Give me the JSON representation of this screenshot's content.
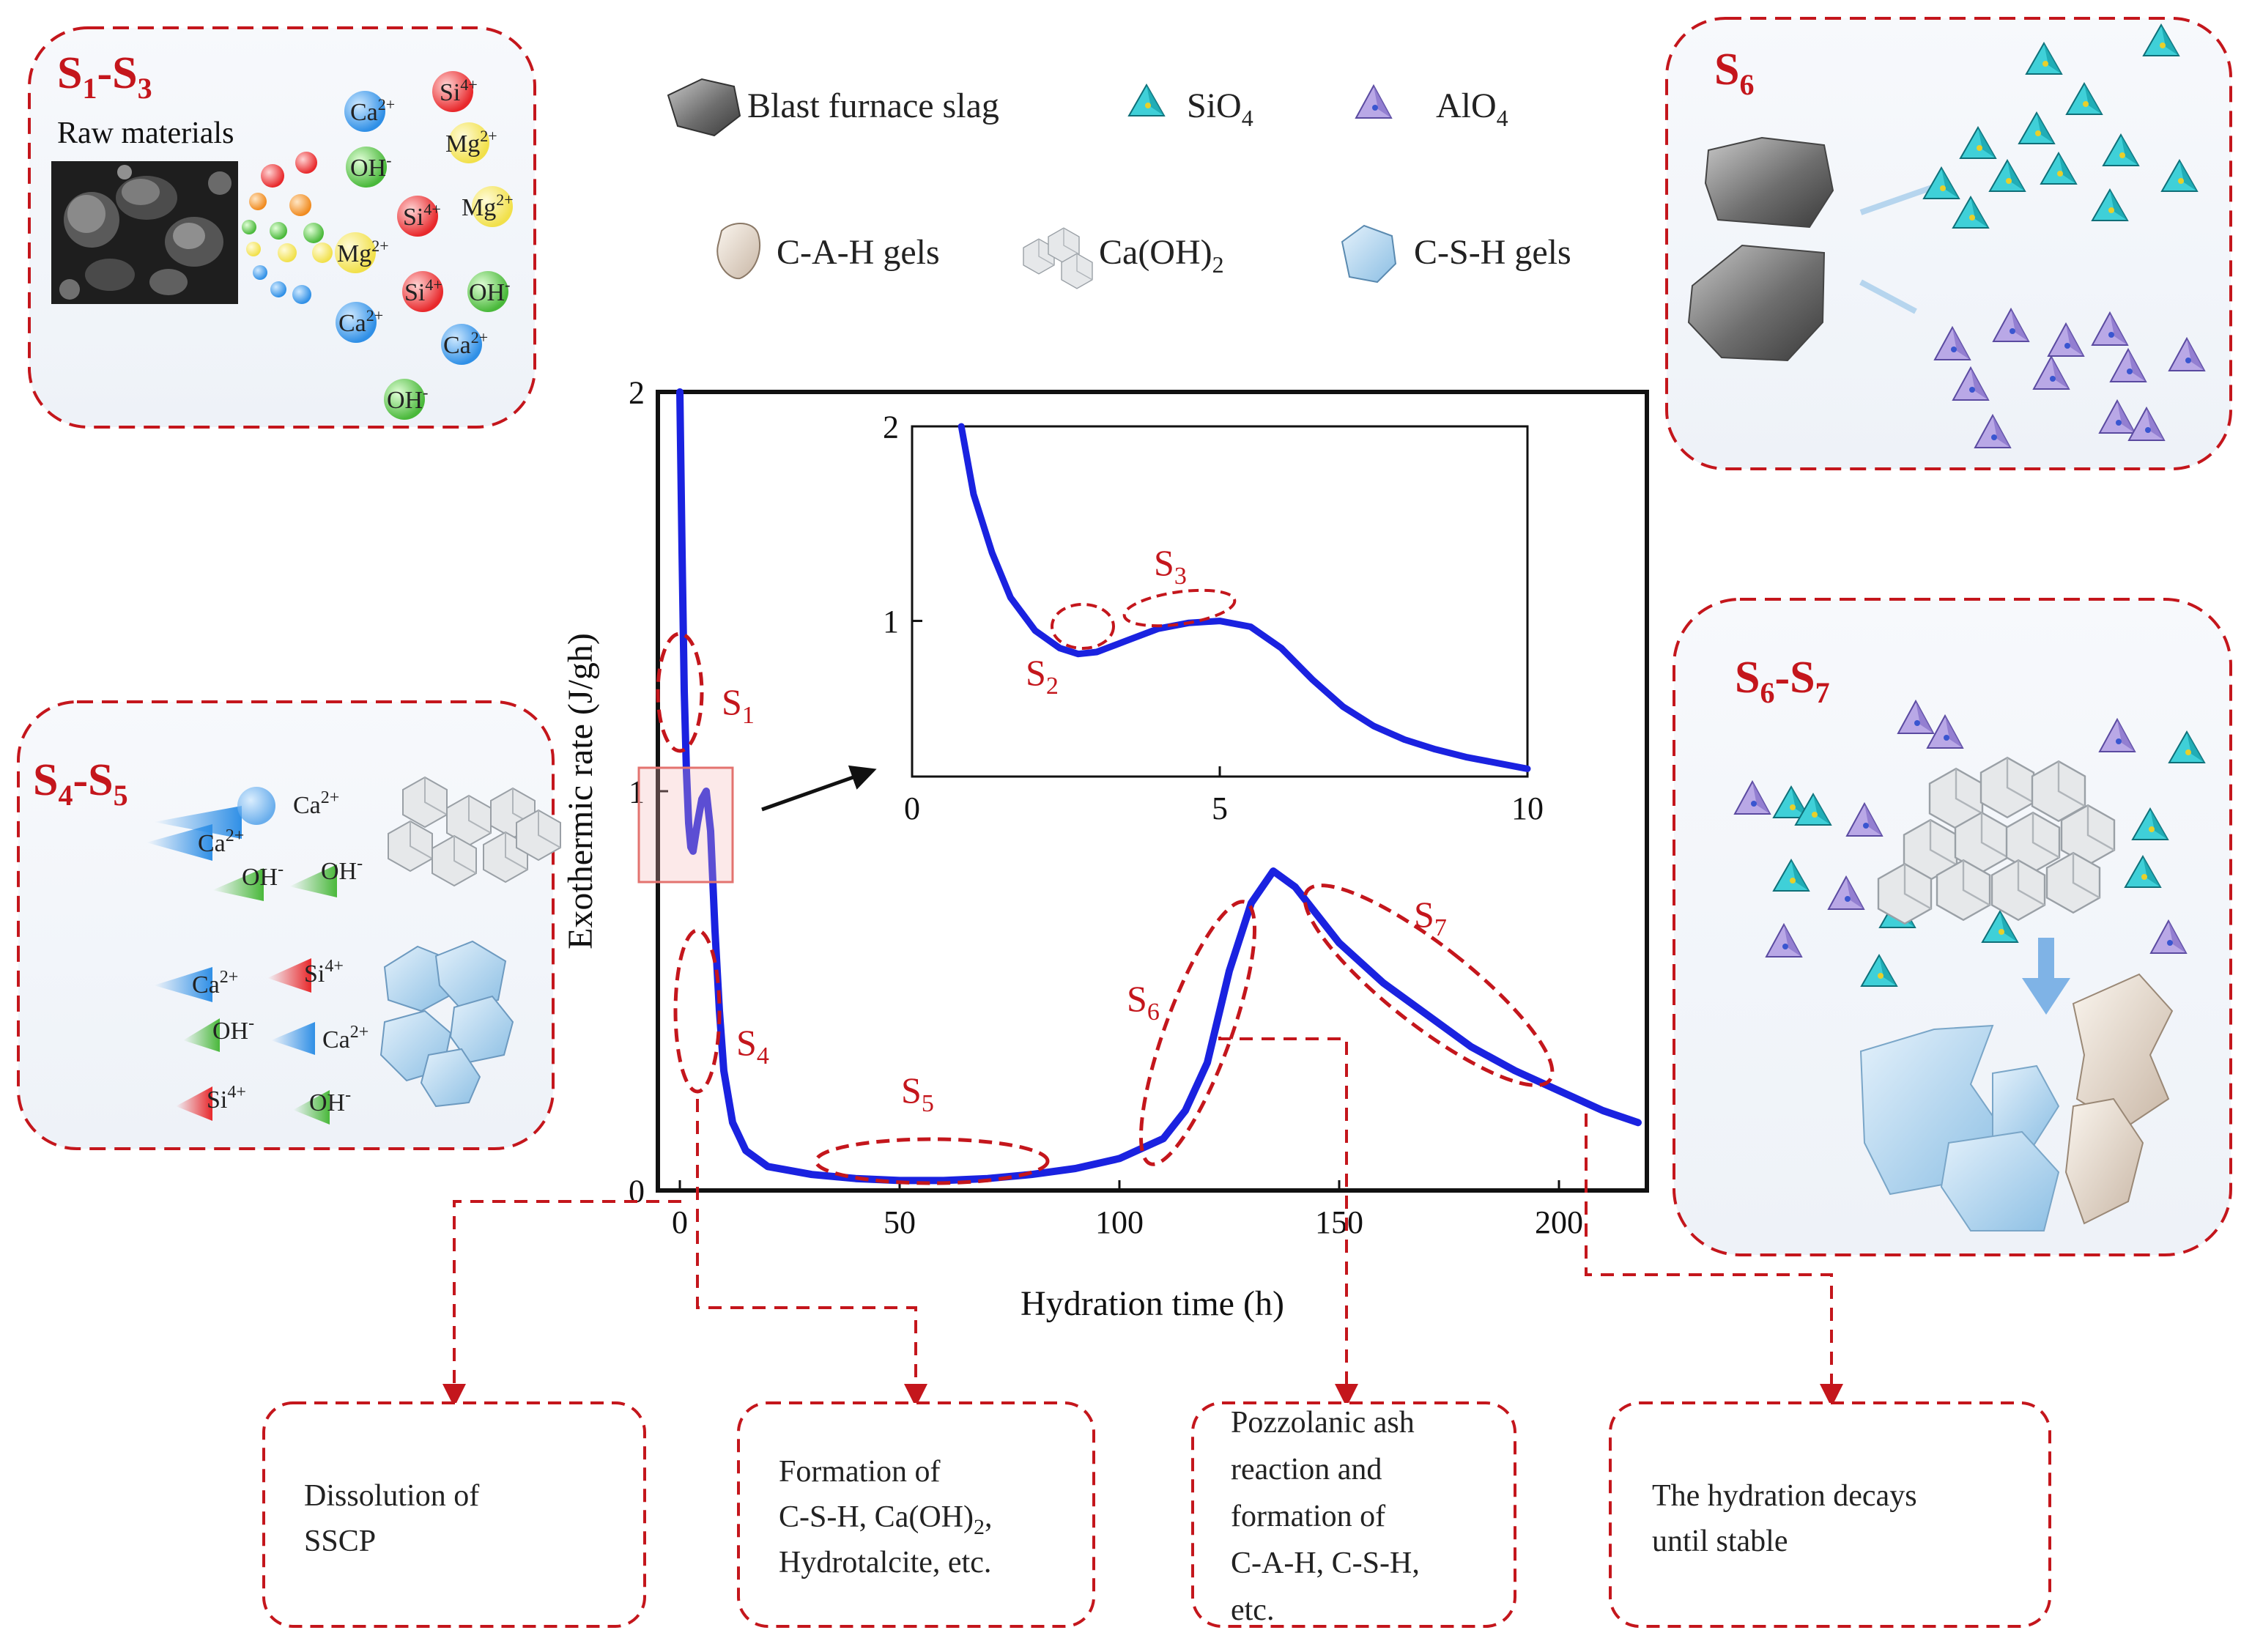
{
  "panels": {
    "s1s3": {
      "title": "S",
      "sub_a": "1",
      "dash": "-S",
      "sub_b": "3",
      "caption": "Raw materials"
    },
    "s4s5": {
      "title": "S",
      "sub_a": "4",
      "dash": "-S",
      "sub_b": "5"
    },
    "s6": {
      "title": "S",
      "sub_a": "6"
    },
    "s6s7": {
      "title": "S",
      "sub_a": "6",
      "dash": "-S",
      "sub_b": "7"
    }
  },
  "ions": {
    "ca": "Ca",
    "ca_sup": "2+",
    "si": "Si",
    "si_sup": "4+",
    "mg": "Mg",
    "mg_sup": "2+",
    "oh": "OH",
    "oh_sup": "-"
  },
  "legend": {
    "slag": "Blast furnace slag",
    "sio4": "SiO",
    "sio4_sub": "4",
    "alo4": "AlO",
    "alo4_sub": "4",
    "cah": "C-A-H gels",
    "caoh": "Ca(OH)",
    "caoh_sub": "2",
    "csh": "C-S-H gels"
  },
  "chart_data": [
    {
      "type": "line",
      "xlabel": "Hydration time (h)",
      "ylabel": "Exothermic rate (J/gh)",
      "xlim": [
        -5,
        220
      ],
      "ylim": [
        0,
        2
      ],
      "x_ticks": [
        "0",
        "50",
        "100",
        "150",
        "200"
      ],
      "y_ticks": [
        "0",
        "1",
        "2"
      ],
      "x": [
        0,
        0.5,
        1,
        1.5,
        2,
        2.5,
        3,
        4,
        5,
        6,
        7,
        8,
        9,
        10,
        12,
        15,
        20,
        30,
        40,
        50,
        60,
        70,
        80,
        90,
        100,
        110,
        115,
        120,
        125,
        130,
        135,
        140,
        150,
        160,
        170,
        180,
        190,
        200,
        210,
        218
      ],
      "y": [
        2.0,
        1.6,
        1.25,
        1.05,
        0.92,
        0.86,
        0.85,
        0.92,
        0.98,
        1.0,
        0.9,
        0.65,
        0.45,
        0.3,
        0.17,
        0.1,
        0.06,
        0.04,
        0.03,
        0.025,
        0.025,
        0.03,
        0.04,
        0.055,
        0.08,
        0.13,
        0.2,
        0.32,
        0.55,
        0.72,
        0.8,
        0.76,
        0.62,
        0.52,
        0.44,
        0.36,
        0.3,
        0.25,
        0.2,
        0.17
      ],
      "annotations": [
        {
          "text": "S",
          "sub": "1"
        },
        {
          "text": "S",
          "sub": "4"
        },
        {
          "text": "S",
          "sub": "5"
        },
        {
          "text": "S",
          "sub": "6"
        },
        {
          "text": "S",
          "sub": "7"
        }
      ]
    },
    {
      "type": "line",
      "xlim": [
        0,
        10
      ],
      "ylim": [
        0.2,
        2
      ],
      "x_ticks": [
        "0",
        "5",
        "10"
      ],
      "y_ticks": [
        "1",
        "2"
      ],
      "x": [
        0.8,
        1.0,
        1.3,
        1.6,
        2.0,
        2.4,
        2.7,
        3.0,
        3.5,
        4.0,
        4.5,
        5.0,
        5.5,
        6.0,
        6.5,
        7.0,
        7.5,
        8.0,
        8.5,
        9.0,
        9.5,
        10.0
      ],
      "y": [
        2.0,
        1.65,
        1.35,
        1.12,
        0.95,
        0.86,
        0.83,
        0.84,
        0.9,
        0.96,
        0.99,
        1.0,
        0.97,
        0.86,
        0.7,
        0.56,
        0.46,
        0.39,
        0.34,
        0.3,
        0.27,
        0.24
      ],
      "annotations": [
        {
          "text": "S",
          "sub": "2"
        },
        {
          "text": "S",
          "sub": "3"
        }
      ]
    }
  ],
  "boxes": [
    {
      "lines": [
        "Dissolution of",
        "SSCP"
      ]
    },
    {
      "line1": "Formation of",
      "line2a": "C-S-H, Ca(OH)",
      "line2_sub": "2",
      "line2b": ",",
      "line3": "Hydrotalcite, etc."
    },
    {
      "lines": [
        "Pozzolanic ash",
        "reaction and",
        "formation of",
        "C-A-H, C-S-H,",
        "etc."
      ]
    },
    {
      "lines": [
        "The hydration decays",
        "until stable"
      ]
    }
  ],
  "colors": {
    "accent_red": "#c4161c",
    "curve_blue": "#1a22e0",
    "ca_blue": "#2f8fe6",
    "oh_green": "#49b83a",
    "si_red": "#e8282b",
    "mg_yellow": "#f1e04a"
  }
}
